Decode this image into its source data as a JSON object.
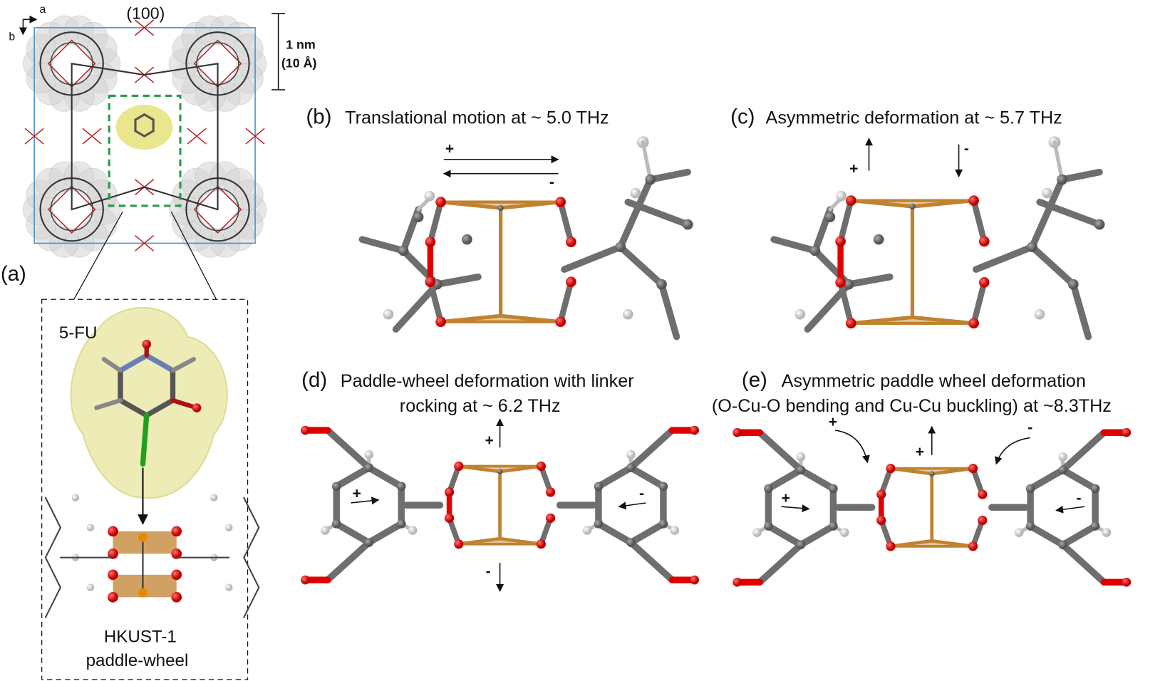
{
  "panel_a": {
    "label": "(a)",
    "axis_a": "a",
    "axis_b": "b",
    "plane": "(100)",
    "scale_line1": "1 nm",
    "scale_line2": "(10 Å)",
    "molecule_label": "5-FU",
    "framework_line1": "HKUST-1",
    "framework_line2": "paddle-wheel"
  },
  "panel_b": {
    "label": "(b)",
    "title": "Translational motion at ~ 5.0 THz",
    "plus": "+",
    "minus": "-"
  },
  "panel_c": {
    "label": "(c)",
    "title": "Asymmetric deformation at ~ 5.7 THz",
    "plus": "+",
    "minus": "-"
  },
  "panel_d": {
    "label": "(d)",
    "title_line1": "Paddle-wheel deformation with linker",
    "title_line2": "rocking at ~ 6.2 THz",
    "plus": "+",
    "minus": "-"
  },
  "panel_e": {
    "label": "(e)",
    "title_line1": "Asymmetric paddle wheel deformation",
    "title_line2": "(O-Cu-O bending and Cu-Cu buckling) at ~8.3THz",
    "plus": "+",
    "minus": "-"
  },
  "colors": {
    "carbon": "#6e6e6e",
    "oxygen": "#e00000",
    "copper": "#c0822f",
    "hydrogen": "#e8e8e8",
    "cell": "#4a90c8",
    "box": "#2a9a4a"
  }
}
